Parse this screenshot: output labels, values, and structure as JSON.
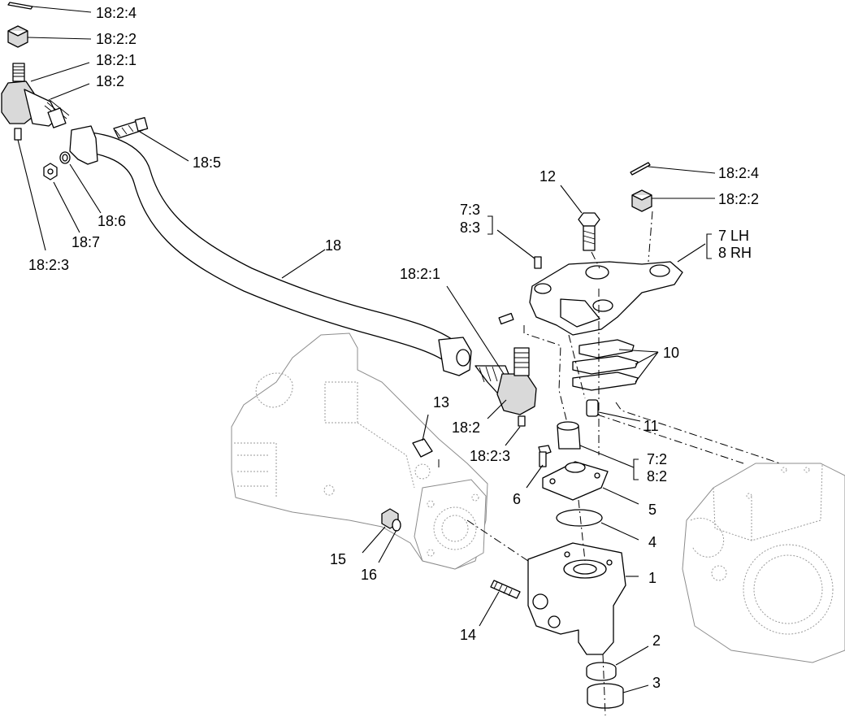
{
  "callouts": {
    "c_18_2_4_top": "18:2:4",
    "c_18_2_2_top": "18:2:2",
    "c_18_2_1_top": "18:2:1",
    "c_18_2_top": "18:2",
    "c_18_5": "18:5",
    "c_18_6": "18:6",
    "c_18_7": "18:7",
    "c_18_2_3_left": "18:2:3",
    "c_18": "18",
    "c_18_2_1_mid": "18:2:1",
    "c_18_2_mid": "18:2",
    "c_18_2_3_mid": "18:2:3",
    "c_12": "12",
    "c_7_3": "7:3",
    "c_8_3": "8:3",
    "c_18_2_4_right": "18:2:4",
    "c_18_2_2_right": "18:2:2",
    "c_7_lh": "7 LH",
    "c_8_rh": "8 RH",
    "c_10": "10",
    "c_11": "11",
    "c_13": "13",
    "c_7_2": "7:2",
    "c_8_2": "8:2",
    "c_6": "6",
    "c_5": "5",
    "c_4": "4",
    "c_15": "15",
    "c_16": "16",
    "c_1": "1",
    "c_14": "14",
    "c_2": "2",
    "c_3": "3"
  }
}
